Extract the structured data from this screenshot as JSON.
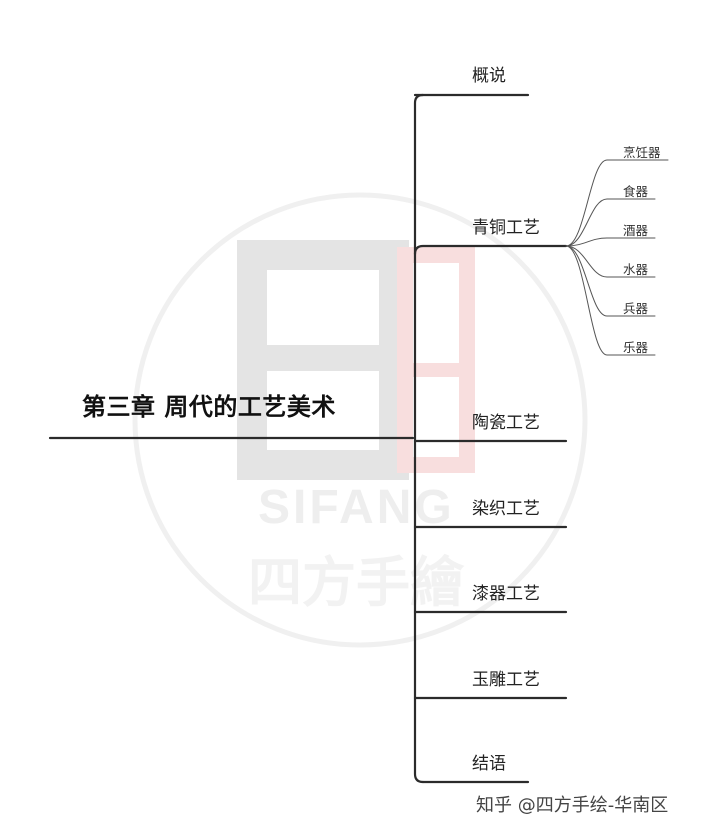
{
  "mindmap": {
    "root": "第三章 周代的工艺美术",
    "branches": [
      {
        "label": "概说"
      },
      {
        "label": "青铜工艺",
        "children": [
          "烹饪器",
          "食器",
          "酒器",
          "水器",
          "兵器",
          "乐器"
        ]
      },
      {
        "label": "陶瓷工艺"
      },
      {
        "label": "染织工艺"
      },
      {
        "label": "漆器工艺"
      },
      {
        "label": "玉雕工艺"
      },
      {
        "label": "结语"
      }
    ]
  },
  "watermark": {
    "letters": "SIFANG",
    "chinese": "四方手繪",
    "gray": "#dedede",
    "red": "#f6d0d0"
  },
  "footer": "知乎 @四方手绘-华南区",
  "colors": {
    "line": "#2b2b2b",
    "thin_line": "#555555",
    "text": "#222222"
  }
}
